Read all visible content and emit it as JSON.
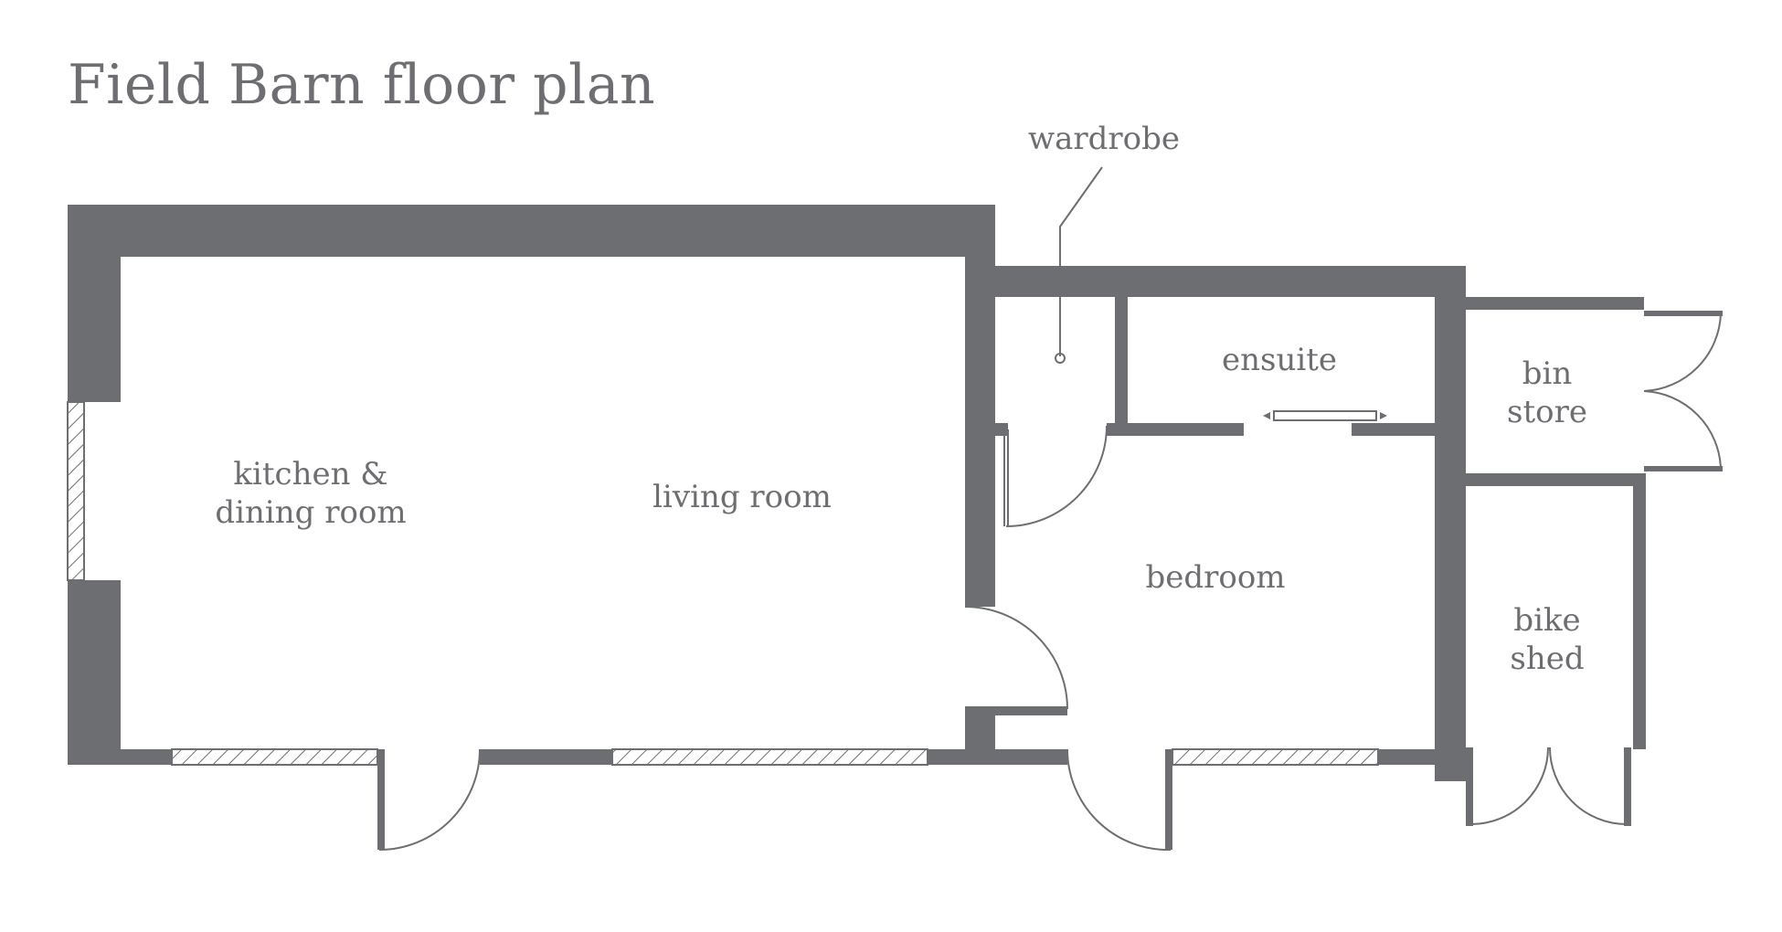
{
  "title": "Field Barn floor plan",
  "colors": {
    "wall": "#6d6e71",
    "background": "#ffffff"
  },
  "rooms": {
    "kitchen_line1": "kitchen &",
    "kitchen_line2": "dining room",
    "living": "living room",
    "wardrobe": "wardrobe",
    "ensuite": "ensuite",
    "bedroom": "bedroom",
    "bin_line1": "bin",
    "bin_line2": "store",
    "bike_line1": "bike",
    "bike_line2": "shed"
  }
}
